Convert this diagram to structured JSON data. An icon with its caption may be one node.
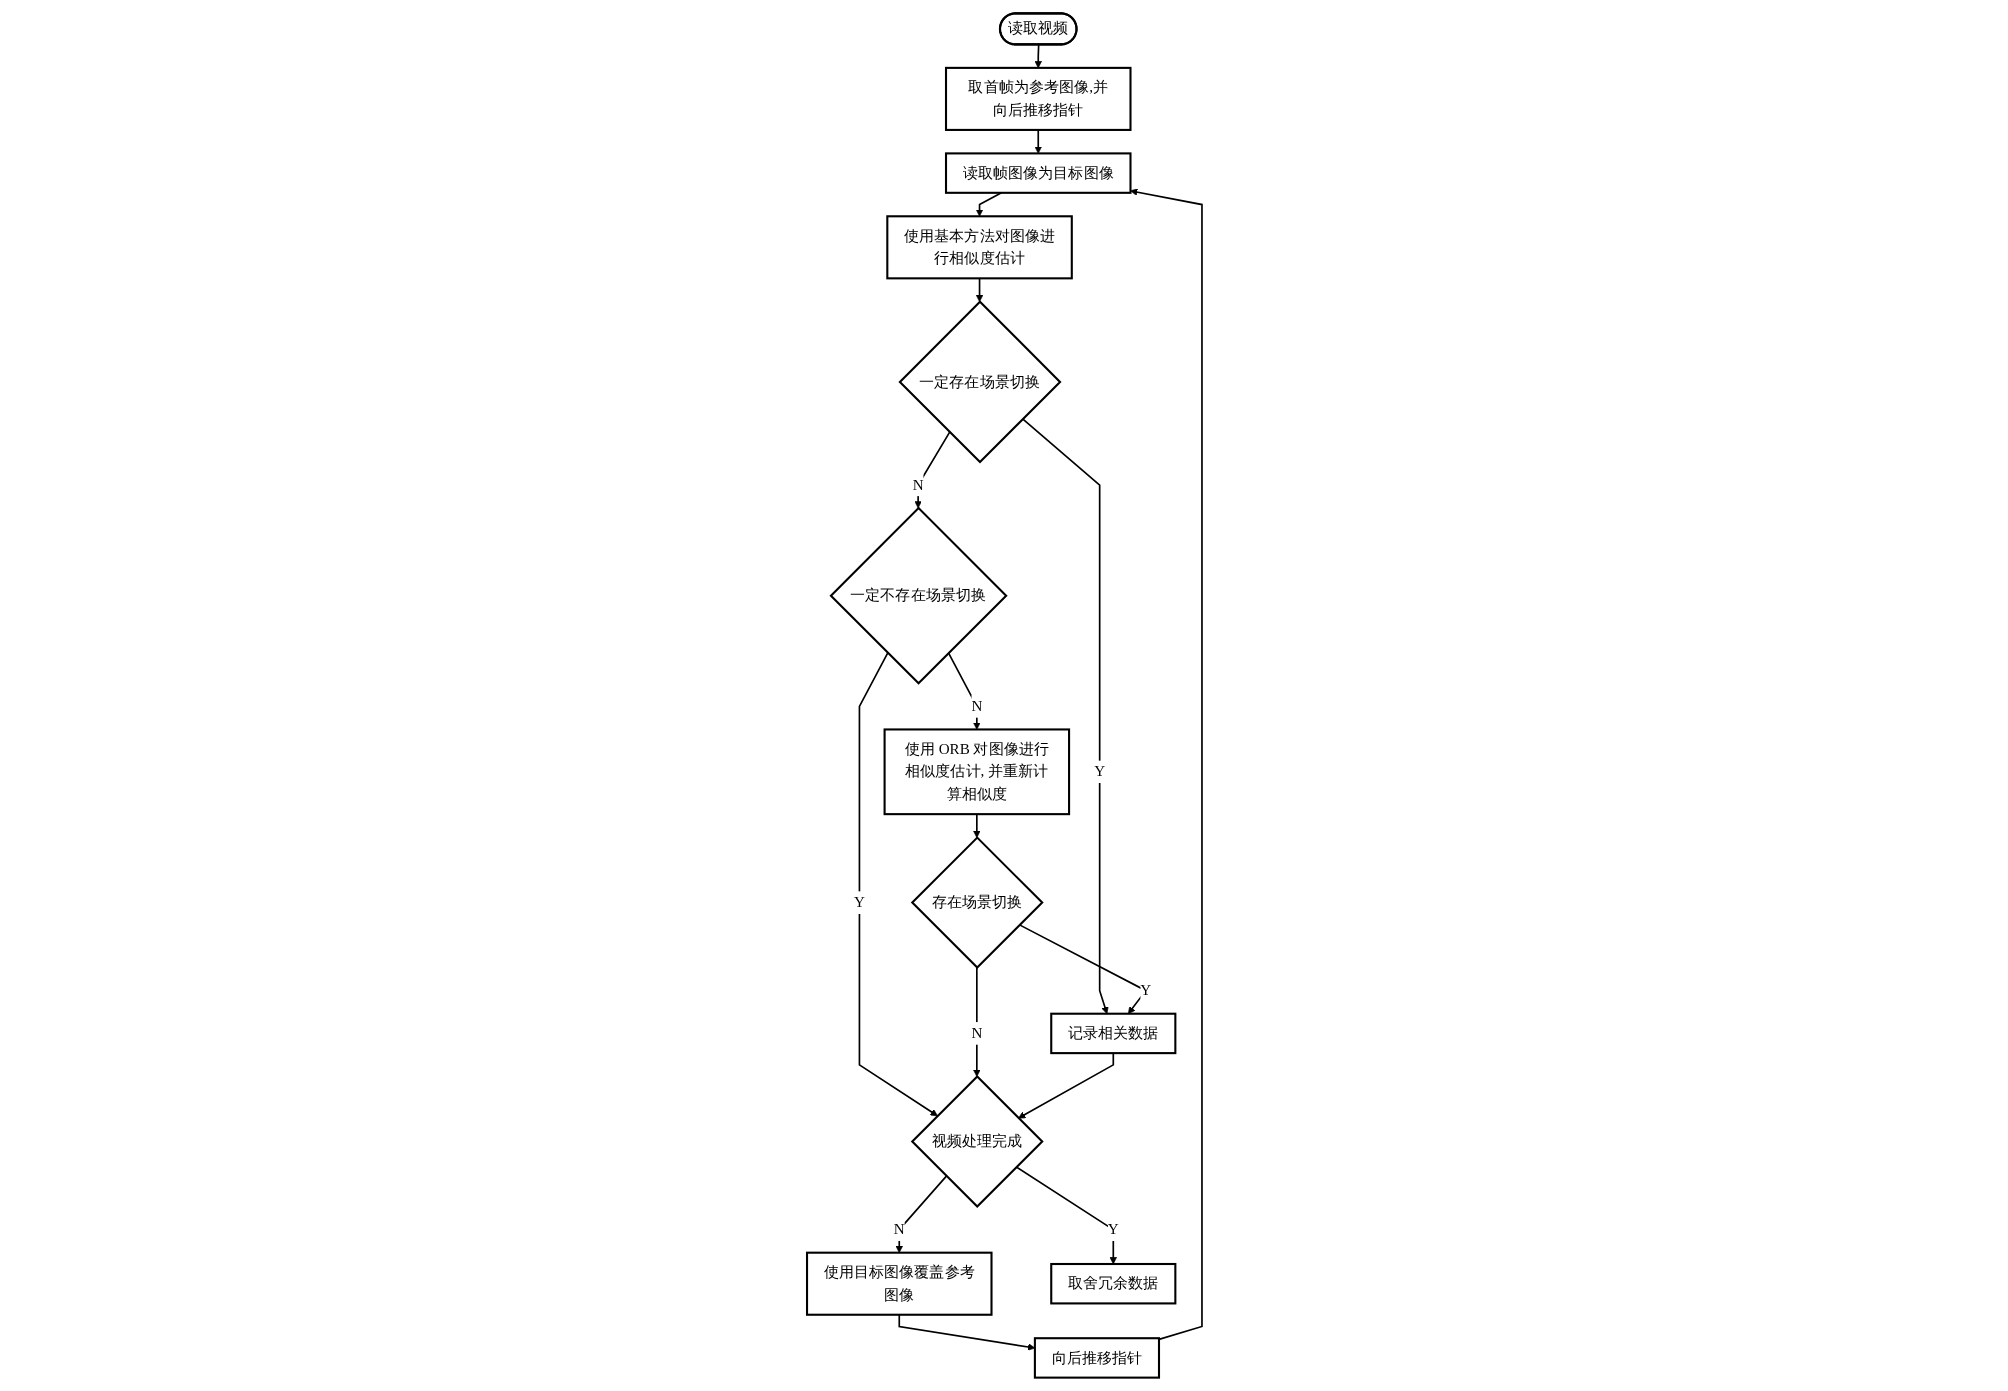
{
  "diagram": {
    "nodes": [
      {
        "text": [
          "读取视频"
        ]
      },
      {
        "text": [
          "取首帧为参考图像,并向后推移指针"
        ]
      },
      {
        "text": [
          "读取帧图像为目标图像"
        ]
      },
      {
        "text": [
          "向后推移指针"
        ]
      },
      {
        "text": [
          "使用基本方法对图像进行相似度估计"
        ]
      },
      {
        "text": [
          "一定存在场景切换"
        ]
      },
      {
        "text": [
          "一定不存在场景切换"
        ]
      },
      {
        "text": [
          "使用 ORB 对图像进行相似度估计, 并重新计算相似度"
        ]
      },
      {
        "text": [
          "存在场景切换"
        ]
      },
      {
        "text": [
          "记录相关数据"
        ]
      },
      {
        "text": [
          "视频处理完成"
        ]
      },
      {
        "text": [
          "使用目标图像覆盖参考图像"
        ]
      },
      {
        "text": [
          "取舍冗余数据"
        ]
      }
    ],
    "edges": [
      {
        "from": 0,
        "to": 1,
        "arrow": "to"
      },
      {
        "from": 1,
        "to": 2,
        "arrow": "to"
      },
      {
        "from": 2,
        "to": 4,
        "arrow": "to"
      },
      {
        "from": 3,
        "to": 2,
        "arrow": "to"
      },
      {
        "from": 4,
        "to": 5,
        "arrow": "to"
      },
      {
        "from": 5,
        "to": 6,
        "label": "N",
        "arrow": "to"
      },
      {
        "from": 5,
        "to": 9,
        "label": "Y",
        "arrow": "to"
      },
      {
        "from": 6,
        "to": 7,
        "label": "N",
        "arrow": "to"
      },
      {
        "from": 6,
        "to": 10,
        "label": "Y",
        "arrow": "to"
      },
      {
        "from": 7,
        "to": 8,
        "arrow": "to"
      },
      {
        "from": 8,
        "to": 9,
        "label": "Y",
        "arrow": "to"
      },
      {
        "from": 8,
        "to": 10,
        "label": "N",
        "arrow": "to"
      },
      {
        "from": 9,
        "to": 10,
        "arrow": "to"
      },
      {
        "from": 10,
        "to": 11,
        "label": "N",
        "arrow": "to"
      },
      {
        "from": 10,
        "to": 12,
        "label": "Y",
        "arrow": "to"
      },
      {
        "from": 11,
        "to": 3,
        "arrow": "to"
      }
    ]
  }
}
